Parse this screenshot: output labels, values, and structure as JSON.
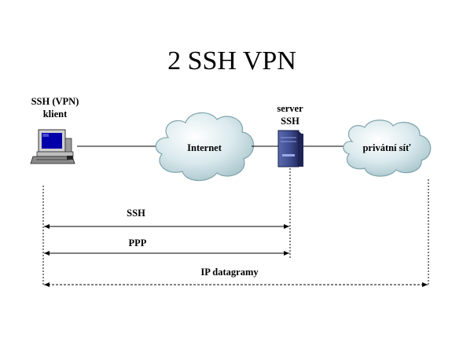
{
  "title": "2 SSH VPN",
  "client": {
    "label_line1": "SSH (VPN)",
    "label_line2": "klient"
  },
  "internet": {
    "label": "Internet"
  },
  "server": {
    "label_line1": "server",
    "label_line2": "SSH"
  },
  "private_net": {
    "label": "privátní síť"
  },
  "spans": {
    "ssh": "SSH",
    "ppp": "PPP",
    "ip": "IP datagramy"
  },
  "colors": {
    "cloud_fill": "#c7dde2",
    "cloud_highlight": "#eef6f8",
    "monitor_screen": "#0000aa",
    "server_body": "#3d4a8c",
    "line": "#000000"
  },
  "icons": [
    "computer-icon",
    "cloud-icon",
    "server-icon"
  ]
}
